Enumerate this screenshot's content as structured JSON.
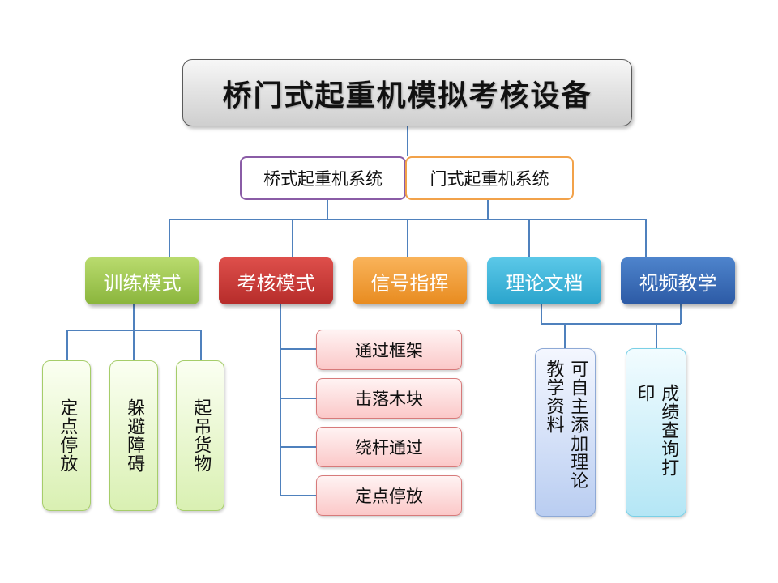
{
  "title": "桥门式起重机模拟考核设备",
  "systems": [
    {
      "label": "桥式起重机系统",
      "color": "#8a5ca6"
    },
    {
      "label": "门式起重机系统",
      "color": "#f2a24a"
    }
  ],
  "modes": [
    {
      "label": "训练模式",
      "color": "#8ab53c"
    },
    {
      "label": "考核模式",
      "color": "#b62c2a"
    },
    {
      "label": "信号指挥",
      "color": "#e88b1f"
    },
    {
      "label": "理论文档",
      "color": "#2aa4cc"
    },
    {
      "label": "视频教学",
      "color": "#2c5aa5"
    }
  ],
  "training_items": [
    "定点停放",
    "躲避障碍",
    "起吊货物"
  ],
  "exam_items": [
    "通过框架",
    "击落木块",
    "绕杆通过",
    "定点停放"
  ],
  "theory_item": "可自主添加理论教学资料",
  "video_item": "成绩查询打印",
  "line_color": "#4f81bd"
}
